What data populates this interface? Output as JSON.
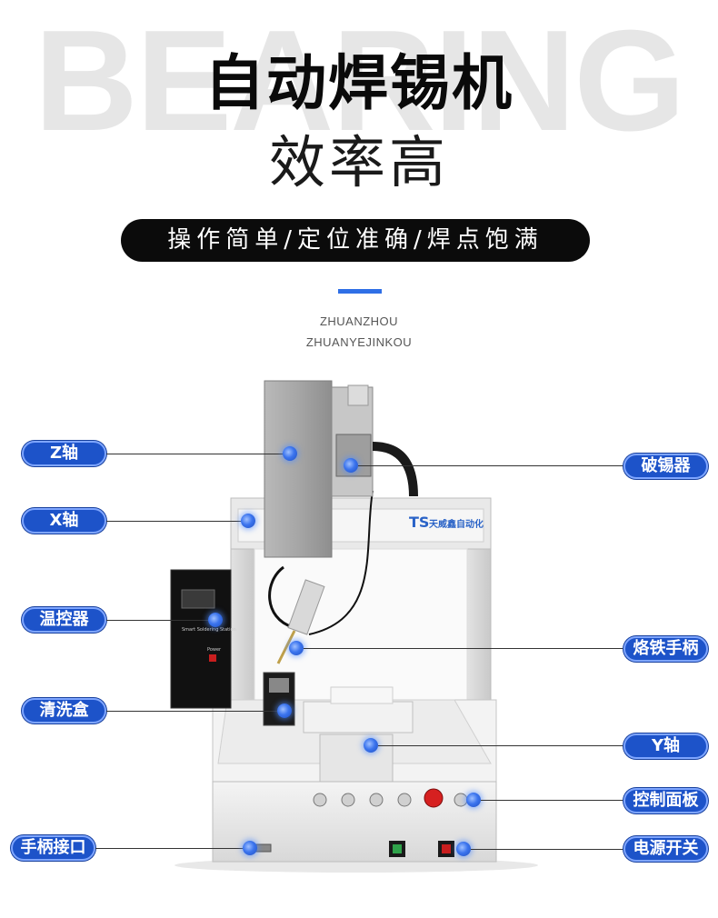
{
  "header": {
    "background_word": "BEARING",
    "title": "自动焊锡机",
    "subtitle": "效率高",
    "tagline": "操作简单/定位准确/焊点饱满",
    "sub_line_1": "ZHUANZHOU",
    "sub_line_2": "ZHUANYEJINKOU"
  },
  "machine": {
    "brand_text": "天威鑫自动化",
    "brand_logo": "TS",
    "controller_text": "Smart Soldering Station",
    "power_text": "Power"
  },
  "labels": {
    "z_axis": "Z轴",
    "x_axis": "X轴",
    "temp_controller": "温控器",
    "cleaning_box": "清洗盒",
    "handle_port": "手柄接口",
    "tin_breaker": "破锡器",
    "soldering_handle": "烙铁手柄",
    "y_axis": "Y轴",
    "control_panel": "控制面板",
    "power_switch": "电源开关"
  },
  "colors": {
    "label_bg": "#1d53c9",
    "accent_bar": "#2f6fe6",
    "pill_bg": "#0b0b0b"
  }
}
